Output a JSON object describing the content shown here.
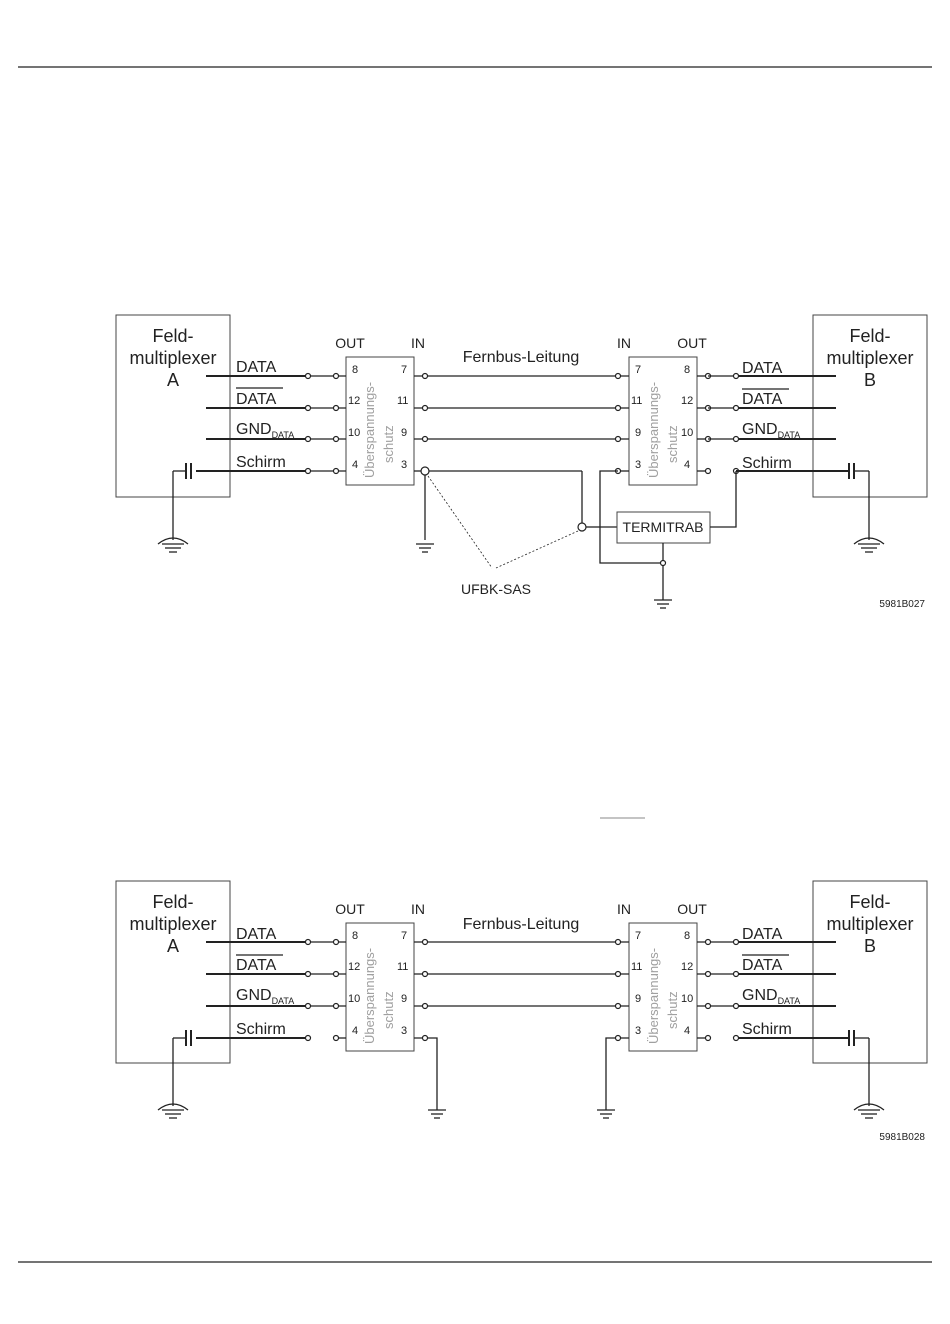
{
  "diagram1": {
    "left_device": [
      "Feld-",
      "multiplexer",
      "A"
    ],
    "right_device": [
      "Feld-",
      "multiplexer",
      "B"
    ],
    "out_label": "OUT",
    "in_label": "IN",
    "bus_label": "Fernbus-Leitung",
    "signals": [
      "DATA",
      "DATA",
      "GND",
      "Schirm"
    ],
    "gnd_subscript": "DATA",
    "protector_text": [
      "Überspannungs-",
      "schutz"
    ],
    "left_pins_outer": [
      "8",
      "12",
      "10",
      "4"
    ],
    "left_pins_inner": [
      "7",
      "11",
      "9",
      "3"
    ],
    "right_pins_inner": [
      "7",
      "11",
      "9",
      "3"
    ],
    "right_pins_outer": [
      "8",
      "12",
      "10",
      "4"
    ],
    "termitrab": "TERMITRAB",
    "ufbk": "UFBK-SAS",
    "code": "5981B027"
  },
  "diagram2": {
    "left_device": [
      "Feld-",
      "multiplexer",
      "A"
    ],
    "right_device": [
      "Feld-",
      "multiplexer",
      "B"
    ],
    "out_label": "OUT",
    "in_label": "IN",
    "bus_label": "Fernbus-Leitung",
    "signals": [
      "DATA",
      "DATA",
      "GND",
      "Schirm"
    ],
    "gnd_subscript": "DATA",
    "protector_text": [
      "Überspannungs-",
      "schutz"
    ],
    "left_pins_outer": [
      "8",
      "12",
      "10",
      "4"
    ],
    "left_pins_inner": [
      "7",
      "11",
      "9",
      "3"
    ],
    "right_pins_inner": [
      "7",
      "11",
      "9",
      "3"
    ],
    "right_pins_outer": [
      "8",
      "12",
      "10",
      "4"
    ],
    "code": "5981B028"
  }
}
